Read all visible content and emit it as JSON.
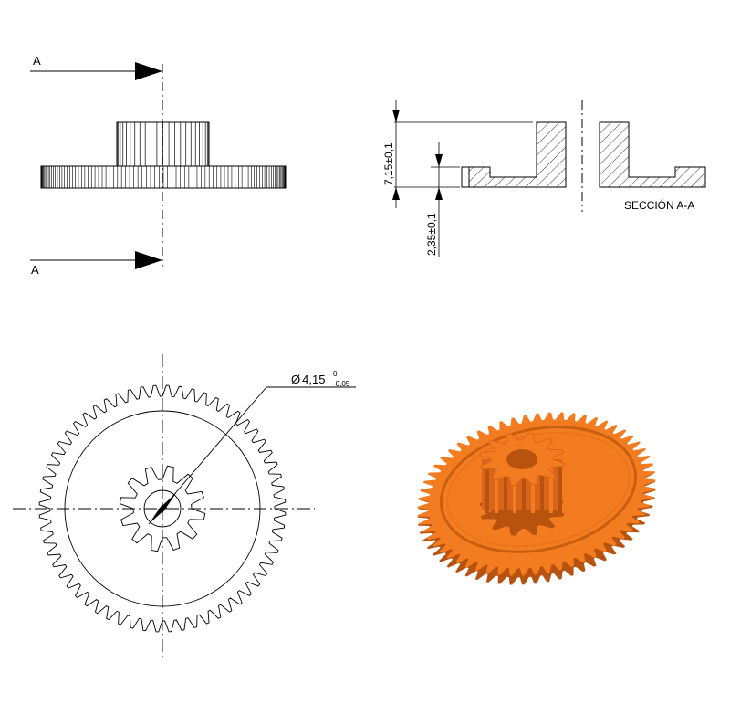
{
  "section_view": {
    "cut_marker_top": "A",
    "cut_marker_bottom": "A",
    "section_label": "SECCIÓN A-A",
    "dim_total_height": "7,15±0,1",
    "dim_base_thickness": "2,35±0,1"
  },
  "front_view": {
    "diameter_symbol": "Ø",
    "diameter_value": "4,15",
    "tolerance_upper": "0",
    "tolerance_lower": "-0,05",
    "large_gear_teeth": 60,
    "pinion_teeth": 12
  },
  "render_view": {
    "gear_color": "#f47c20",
    "gear_shade_color": "#d9651a",
    "gear_dark_color": "#b8530f"
  },
  "colors": {
    "line": "#000000",
    "background": "#ffffff"
  }
}
